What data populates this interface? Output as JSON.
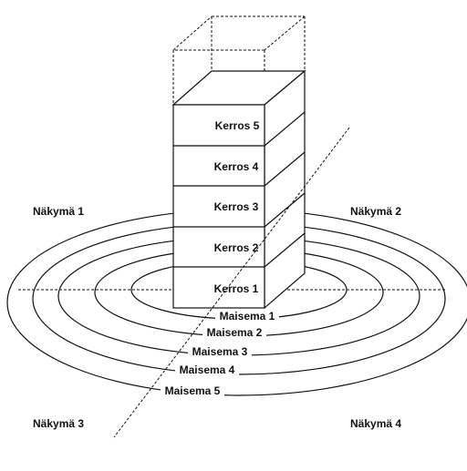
{
  "views": [
    "Näkymä 1",
    "Näkymä 2",
    "Näkymä 3",
    "Näkymä 4"
  ],
  "floors": [
    "Kerros 5",
    "Kerros 4",
    "Kerros 3",
    "Kerros 2",
    "Kerros 1"
  ],
  "landscapes": [
    "Maisema 1",
    "Maisema 2",
    "Maisema 3",
    "Maisema 4",
    "Maisema 5"
  ],
  "colors": {
    "line": "#111111",
    "background": "#ffffff"
  }
}
